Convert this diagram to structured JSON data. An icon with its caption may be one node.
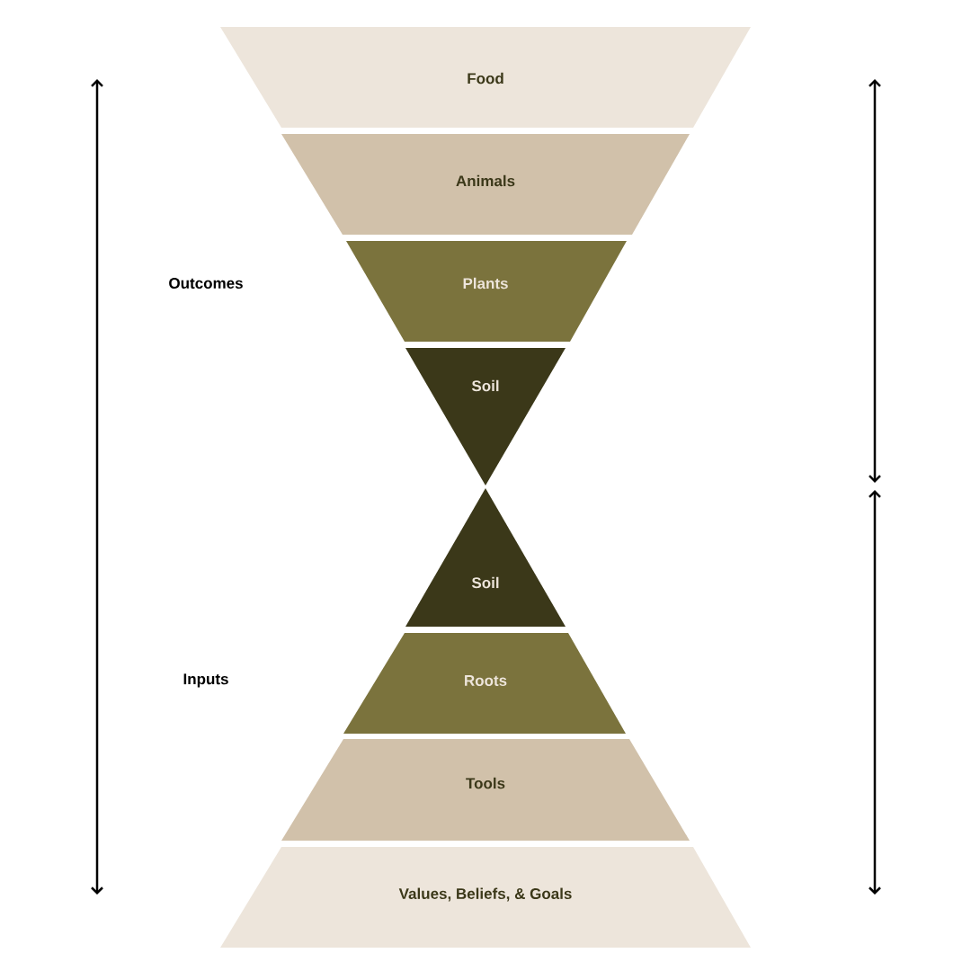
{
  "diagram": {
    "nodes": [
      {
        "text": [
          "Food"
        ]
      },
      {
        "text": [
          "Animals"
        ]
      },
      {
        "text": [
          "Plants"
        ]
      },
      {
        "text": [
          "Soil"
        ]
      },
      {
        "text": [
          "Soil"
        ]
      },
      {
        "text": [
          "Roots"
        ]
      },
      {
        "text": [
          "Tools"
        ]
      },
      {
        "text": [
          "Values, Beliefs, & Goals"
        ]
      }
    ],
    "labels": [
      "Outcomes",
      "Inputs"
    ]
  }
}
